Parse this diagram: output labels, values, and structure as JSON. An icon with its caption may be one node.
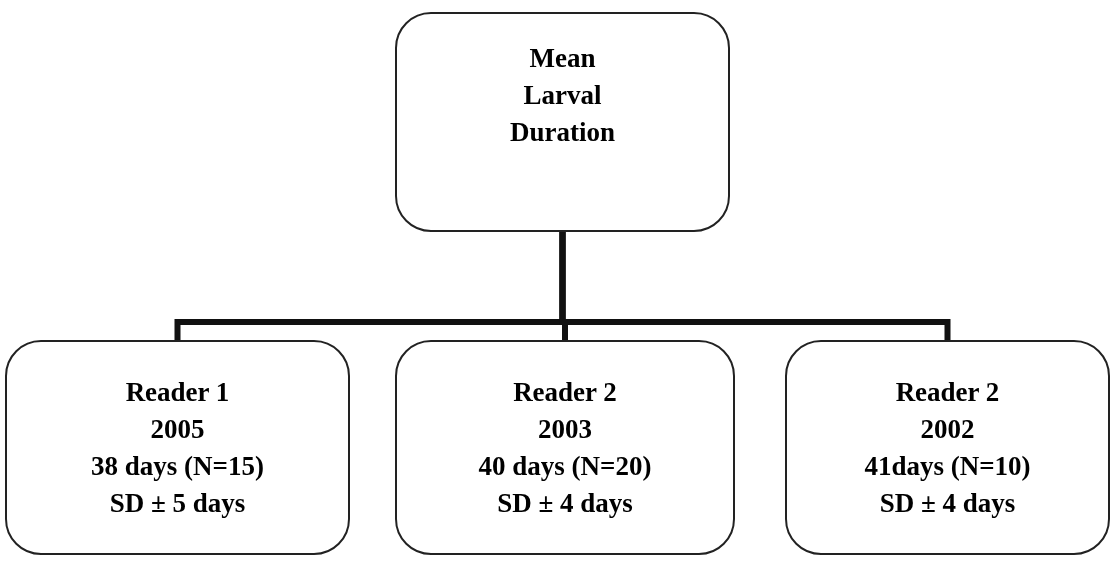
{
  "diagram": {
    "nodes": [
      {
        "text": [
          "Mean Larval Duration"
        ]
      },
      {
        "text": [
          "Reader 1",
          "2005",
          "38 days (N=15)",
          "SD ± 5 days"
        ]
      },
      {
        "text": [
          "Reader 2",
          "2003",
          "40 days (N=20)",
          "SD ± 4 days"
        ]
      },
      {
        "text": [
          "Reader 2",
          "2002",
          "41days (N=10)",
          "SD ± 4 days"
        ]
      }
    ],
    "edges": [
      {
        "from": 0,
        "to": 1,
        "arrow": "none"
      },
      {
        "from": 0,
        "to": 2,
        "arrow": "none"
      },
      {
        "from": 0,
        "to": 3,
        "arrow": "none"
      }
    ]
  }
}
